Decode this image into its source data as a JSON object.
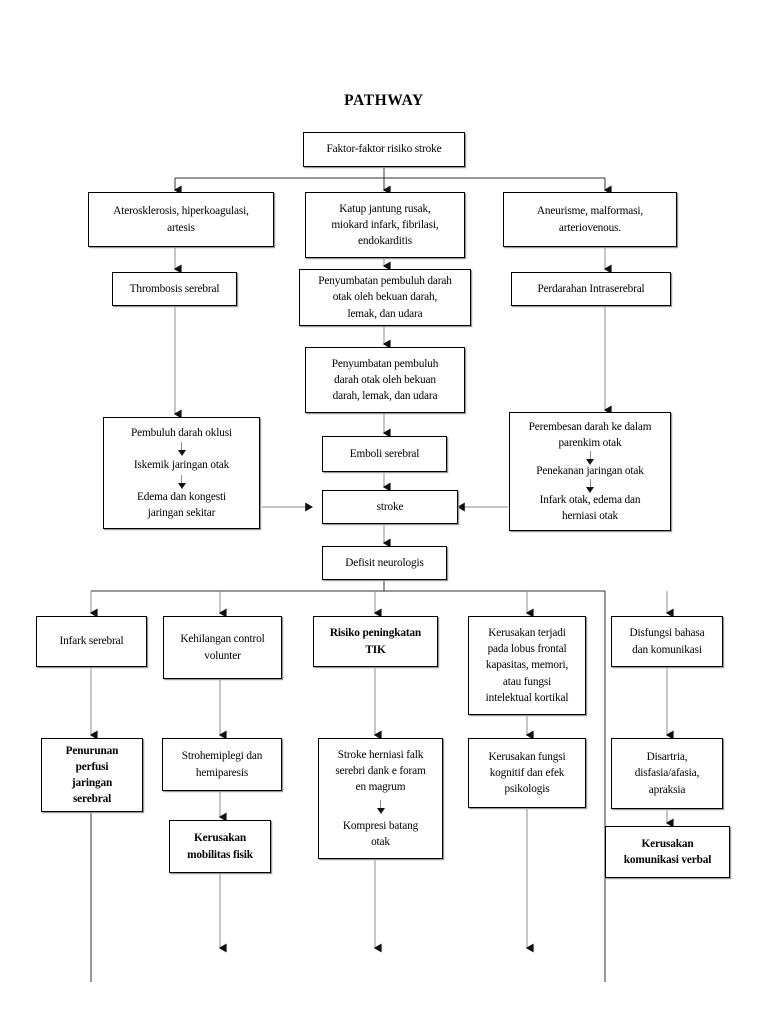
{
  "title": "PATHWAY",
  "diagram": {
    "type": "flowchart",
    "orientation": "top-down",
    "language": "id",
    "nodes": [
      {
        "id": "risiko",
        "lines": [
          "Faktor-faktor risiko stroke"
        ],
        "bold": false
      },
      {
        "id": "aterosklerosis",
        "lines": [
          "Aterosklerosis, hiperkoagulasi,",
          "artesis"
        ],
        "bold": false
      },
      {
        "id": "katup",
        "lines": [
          "Katup jantung rusak,",
          "miokard infark, fibrilasi,",
          "endokarditis"
        ],
        "bold": false
      },
      {
        "id": "aneurisme",
        "lines": [
          "Aneurisme, malformasi,",
          "arteriovenous."
        ],
        "bold": false
      },
      {
        "id": "thrombosis",
        "lines": [
          "Thrombosis serebral"
        ],
        "bold": false
      },
      {
        "id": "penyumbatan1",
        "lines": [
          "Penyumbatan pembuluh darah",
          "otak oleh bekuan darah,",
          "lemak, dan udara"
        ],
        "bold": false
      },
      {
        "id": "perdarahan",
        "lines": [
          "Perdarahan Intraserebral"
        ],
        "bold": false
      },
      {
        "id": "penyumbatan2",
        "lines": [
          "Penyumbatan pembuluh",
          "darah otak oleh bekuan",
          "darah, lemak, dan udara"
        ],
        "bold": false
      },
      {
        "id": "pembuluh_oklusi",
        "segments": [
          {
            "lines": [
              "Pembuluh darah oklusi"
            ]
          },
          {
            "lines": [
              "Iskemik jaringan otak"
            ]
          },
          {
            "lines": [
              "Edema dan kongesti",
              "jaringan sekitar"
            ]
          }
        ],
        "bold": false
      },
      {
        "id": "perembesan",
        "segments": [
          {
            "lines": [
              "Perembesan darah ke dalam",
              "parenkim otak"
            ]
          },
          {
            "lines": [
              "Penekanan jaringan otak"
            ]
          },
          {
            "lines": [
              "Infark otak, edema dan",
              "herniasi otak"
            ]
          }
        ],
        "bold": false
      },
      {
        "id": "emboli",
        "lines": [
          "Emboli serebral"
        ],
        "bold": false
      },
      {
        "id": "stroke",
        "lines": [
          "stroke"
        ],
        "bold": false
      },
      {
        "id": "defisit",
        "lines": [
          "Defisit neurologis"
        ],
        "bold": false
      },
      {
        "id": "infark_serebral",
        "lines": [
          "Infark serebral"
        ],
        "bold": false
      },
      {
        "id": "kehilangan",
        "lines": [
          "Kehilangan control",
          "volunter"
        ],
        "bold": false
      },
      {
        "id": "risiko_tik",
        "lines": [
          "Risiko peningkatan",
          "TIK"
        ],
        "bold": true
      },
      {
        "id": "kerusakan_lobus",
        "lines": [
          "Kerusakan terjadi",
          "pada lobus frontal",
          "kapasitas, memori,",
          "atau fungsi",
          "intelektual kortikal"
        ],
        "bold": false
      },
      {
        "id": "disfungsi",
        "lines": [
          "Disfungsi bahasa",
          "dan komunikasi"
        ],
        "bold": false
      },
      {
        "id": "penurunan",
        "lines": [
          "Penurunan",
          "perfusi",
          "jaringan",
          "serebral"
        ],
        "bold": true
      },
      {
        "id": "strohemiplegi",
        "lines": [
          "Strohemiplegi dan",
          "hemiparesis"
        ],
        "bold": false
      },
      {
        "id": "stroke_herniasi",
        "segments": [
          {
            "lines": [
              "Stroke herniasi falk",
              "serebri dank e foram",
              "en magrum"
            ]
          },
          {
            "lines": [
              "Kompresi batang",
              "otak"
            ]
          }
        ],
        "bold": false
      },
      {
        "id": "kerusakan_kognitif",
        "lines": [
          "Kerusakan fungsi",
          "kognitif dan efek",
          "psikologis"
        ],
        "bold": false
      },
      {
        "id": "disartria",
        "lines": [
          "Disartria,",
          "disfasia/afasia,",
          "apraksia"
        ],
        "bold": false
      },
      {
        "id": "kerusakan_mobilitas",
        "lines": [
          "Kerusakan",
          "mobilitas fisik"
        ],
        "bold": true
      },
      {
        "id": "kerusakan_komunikasi",
        "lines": [
          "Kerusakan",
          "komunikasi verbal"
        ],
        "bold": true
      }
    ],
    "edges": [
      {
        "from": "risiko",
        "to": "aterosklerosis"
      },
      {
        "from": "risiko",
        "to": "katup"
      },
      {
        "from": "risiko",
        "to": "aneurisme"
      },
      {
        "from": "aterosklerosis",
        "to": "thrombosis"
      },
      {
        "from": "katup",
        "to": "penyumbatan1"
      },
      {
        "from": "aneurisme",
        "to": "perdarahan"
      },
      {
        "from": "thrombosis",
        "to": "pembuluh_oklusi"
      },
      {
        "from": "penyumbatan1",
        "to": "penyumbatan2"
      },
      {
        "from": "perdarahan",
        "to": "perembesan"
      },
      {
        "from": "penyumbatan2",
        "to": "emboli"
      },
      {
        "from": "emboli",
        "to": "stroke"
      },
      {
        "from": "pembuluh_oklusi",
        "to": "stroke"
      },
      {
        "from": "perembesan",
        "to": "stroke"
      },
      {
        "from": "stroke",
        "to": "defisit"
      },
      {
        "from": "defisit",
        "to": "infark_serebral"
      },
      {
        "from": "defisit",
        "to": "kehilangan"
      },
      {
        "from": "defisit",
        "to": "risiko_tik"
      },
      {
        "from": "defisit",
        "to": "kerusakan_lobus"
      },
      {
        "from": "defisit",
        "to": "disfungsi"
      },
      {
        "from": "infark_serebral",
        "to": "penurunan"
      },
      {
        "from": "kehilangan",
        "to": "strohemiplegi"
      },
      {
        "from": "risiko_tik",
        "to": "stroke_herniasi"
      },
      {
        "from": "kerusakan_lobus",
        "to": "kerusakan_kognitif"
      },
      {
        "from": "disfungsi",
        "to": "disartria"
      },
      {
        "from": "strohemiplegi",
        "to": "kerusakan_mobilitas"
      },
      {
        "from": "disartria",
        "to": "kerusakan_komunikasi"
      }
    ]
  },
  "colors": {
    "line": "#8d8d8d",
    "line_dark": "#222222",
    "box_border": "#000000",
    "box_shadow": "#9a9a9a",
    "background": "#ffffff",
    "text": "#000000"
  }
}
